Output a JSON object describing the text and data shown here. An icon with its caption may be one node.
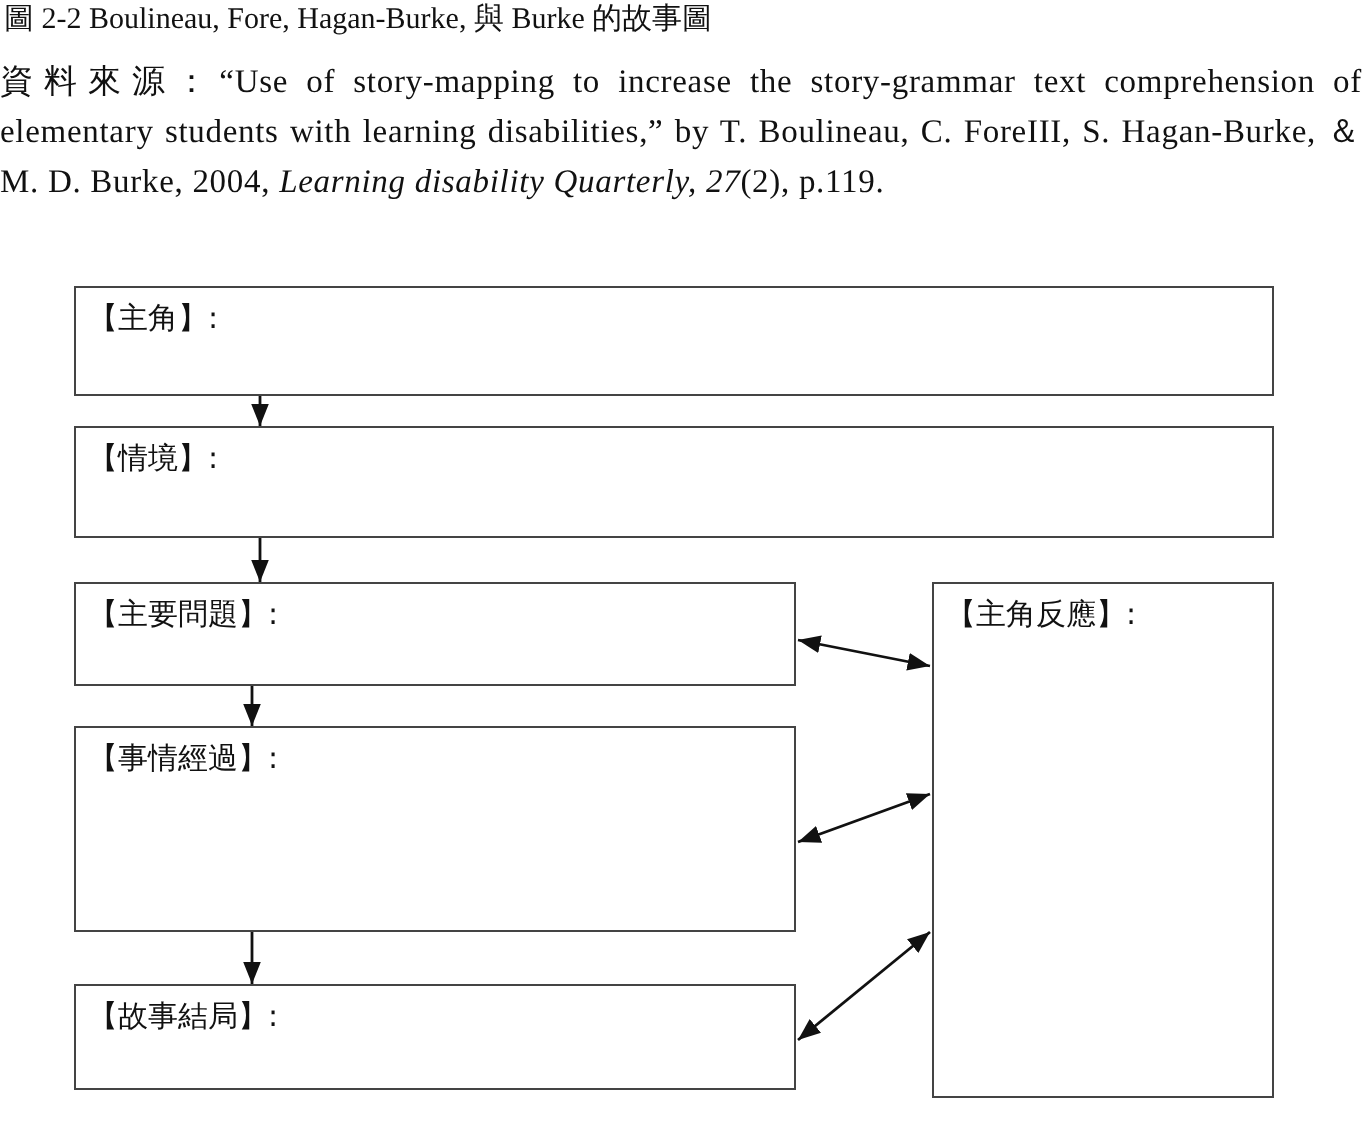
{
  "diagram": {
    "title": "圖 2-2 Boulineau, Fore, Hagan-Burke, 與 Burke 的故事圖",
    "nodes": [
      {
        "text": [
          "【主角】:"
        ]
      },
      {
        "text": [
          "【情境】:"
        ]
      },
      {
        "text": [
          "【主要問題】:"
        ]
      },
      {
        "text": [
          "【事情經過】:"
        ]
      },
      {
        "text": [
          "【故事結局】:"
        ]
      },
      {
        "text": [
          "【主角反應】:"
        ]
      }
    ],
    "edges": [
      {
        "from": 0,
        "to": 1,
        "arrow": "to"
      },
      {
        "from": 1,
        "to": 2,
        "arrow": "to"
      },
      {
        "from": 2,
        "to": 3,
        "arrow": "to"
      },
      {
        "from": 3,
        "to": 4,
        "arrow": "to"
      },
      {
        "from": 2,
        "to": 5,
        "arrow": "both"
      },
      {
        "from": 3,
        "to": 5,
        "arrow": "both"
      },
      {
        "from": 4,
        "to": 5,
        "arrow": "both"
      }
    ],
    "labels": [
      "資料來源：“Use of story-mapping to increase the story-grammar text comprehension of elementary students with learning disabilities,” by T. Boulineau, C. ForeIII, S. Hagan-Burke, ＆ M. D. Burke, 2004, *Learning disability Quarterly, 27*(2), p.119."
    ]
  }
}
